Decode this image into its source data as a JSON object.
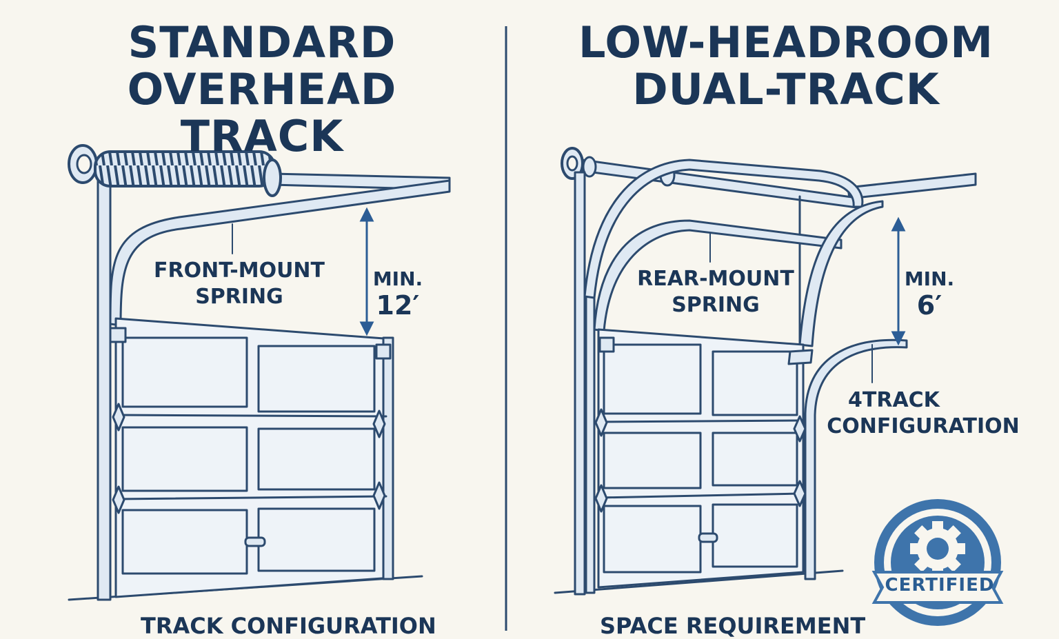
{
  "left": {
    "title_line1": "STANDARD",
    "title_line2": "OVERHEAD TRACK",
    "spring_label_line1": "FRONT-MOUNT",
    "spring_label_line2": "SPRING",
    "dim_line1": "MIN.",
    "dim_line2": "12′",
    "footer": "TRACK CONFIGURATION"
  },
  "right": {
    "title_line1": "LOW-HEADROOM",
    "title_line2": "DUAL-TRACK",
    "spring_label_line1": "REAR-MOUNT",
    "spring_label_line2": "SPRING",
    "dim_line1": "MIN.",
    "dim_line2": "6′",
    "track_label_line1": "4TRACK",
    "track_label_line2": "CONFIGURATION",
    "footer": "SPACE REQUIREMENT"
  },
  "badge": {
    "text": "CERTIFIED",
    "icon": "gear-icon"
  },
  "colors": {
    "ink": "#1b3657",
    "line": "#2c4a6e",
    "fill": "#dfe9f3",
    "accent": "#3e74ab"
  }
}
